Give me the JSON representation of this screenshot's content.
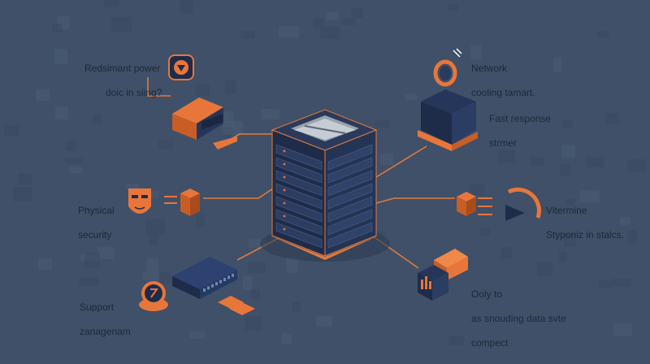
{
  "colors": {
    "background": "#3f5068",
    "connector": "#e07a3c",
    "accent_orange": "#e8763a",
    "device_navy": "#223252",
    "text": "#1f2937"
  },
  "labels": {
    "power": {
      "line1": "Redsimant power",
      "line2": "doic in siing?"
    },
    "network": {
      "line1": "Network",
      "line2": "cooling tamart."
    },
    "response": {
      "line1": "Fast response",
      "line2": "strmer"
    },
    "physical": {
      "line1": "Physical",
      "line2": "security"
    },
    "vitermine": {
      "line1": "Vitermine",
      "line2": "Styponiz in stalcs."
    },
    "support": {
      "line1": "Support",
      "line2": "zanagenam"
    },
    "data": {
      "line1": "Ooly to",
      "line2": "as snouding data svte",
      "line3": "compect"
    }
  },
  "icons": {
    "server": "server-rack-icon",
    "power": "power-supply-icon",
    "shield": "power-shield-icon",
    "network": "cooling-ring-icon",
    "response": "network-box-icon",
    "physical": "security-mask-icon",
    "vitermine": "gauge-icon",
    "support": "switch-device-icon",
    "data": "data-chart-icon"
  }
}
